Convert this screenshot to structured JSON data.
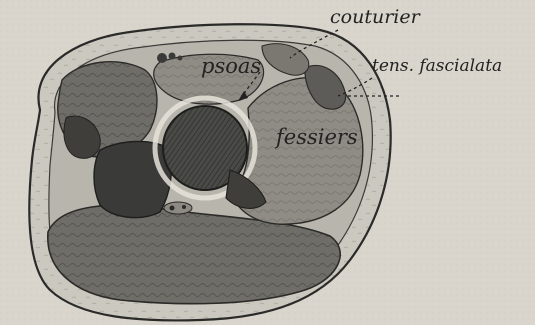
{
  "labels": {
    "couturier": "couturier",
    "tens_fascia_lata": "tens. fascialata",
    "psoas": "psoas",
    "fessiers": "fessiers"
  },
  "colors": {
    "background": "#d9d5cc",
    "skin_fat": "#c9c6bd",
    "muscle_dark": "#6f6d68",
    "muscle_light": "#9b9891",
    "bone": "#3a3a38",
    "ink": "#222222"
  }
}
